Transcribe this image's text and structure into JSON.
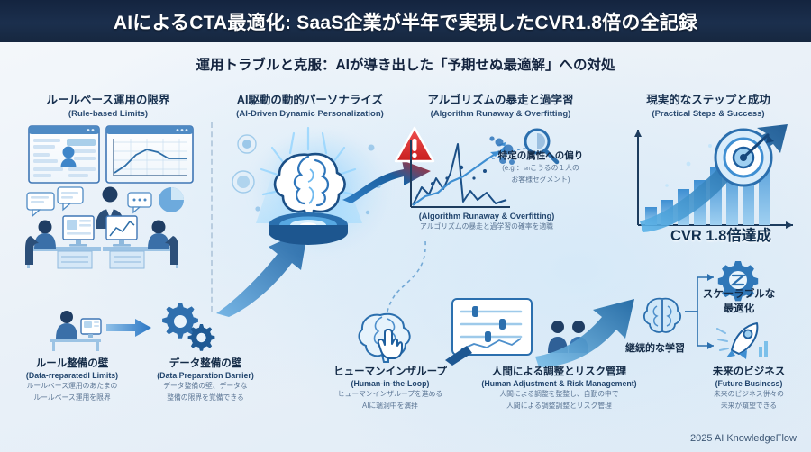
{
  "header": {
    "title": "AIによるCTA最適化: SaaS企業が半年で実現したCVR1.8倍の全記録"
  },
  "subtitle": "運用トラブルと克服：AIが導き出した「予期せぬ最適解」への対処",
  "columns": [
    {
      "id": "rule-based-limits",
      "jp": "ルールベース運用の限界",
      "en": "(Rule-based Limits)"
    },
    {
      "id": "ai-personalization",
      "jp": "AI駆動の動的パーソナライズ",
      "en": "(AI-Driven Dynamic Personalization)"
    },
    {
      "id": "algorithm-runaway",
      "jp": "アルゴリズムの暴走と過学習",
      "en": "(Algorithm Runaway & Overfitting)"
    },
    {
      "id": "practical-steps",
      "jp": "現実的なステップと成功",
      "en": "(Practical Steps & Success)"
    }
  ],
  "captions": {
    "rule_wall": {
      "jp": "ルール整備の壁",
      "en": "(Data-rreparatedl Limits)",
      "sub1": "ルールベース運用のあたまの",
      "sub2": "ルールベース運用を限界"
    },
    "data_wall": {
      "jp": "データ整備の壁",
      "en": "(Data Preparation Barrier)",
      "sub1": "データ整備の壁、データな",
      "sub2": "整備の限界を覚備できる"
    },
    "human_in_loop": {
      "jp": "ヒューマンインザループ",
      "en": "(Human-in-the-Loop)",
      "sub1": "ヒューマンインザループを進める",
      "sub2": "AIに端洞中を演拝"
    },
    "human_adjustment": {
      "jp": "人間による調整とリスク管理",
      "en": "(Human Adjustment & Risk Management)",
      "sub1": "人間による調整を整整し、自勤の中で",
      "sub2": "人間による調整調整とリスク管理"
    },
    "future_business": {
      "jp": "未来のビジネス",
      "en": "(Future Business)",
      "sub1": "未来のビジネス併々の",
      "sub2": "未来が窺望できる"
    }
  },
  "annotations": {
    "algorithm_note": {
      "en": "(Algorithm Runaway & Overfitting)",
      "jp": "アルゴリズムの暴走と過学習の確率を適職"
    },
    "bias_note": {
      "jp": "特定の属性への偏り",
      "sub1": "(e.g.：னこうるの１人の",
      "sub2": "お客様セグメント)"
    },
    "cvr_result": "CVR 1.8倍達成",
    "continuous_learning": "継続的な学習",
    "scalable_opt_line1": "スケーラブルな",
    "scalable_opt_line2": "最適化"
  },
  "footer": "2025 AI KnowledgeFlow",
  "colors": {
    "header_bg": "#16273f",
    "accent_blue": "#2b7fd0",
    "deep_blue": "#1b4a7e",
    "light_blue": "#9fcdee",
    "alert_red": "#e03131",
    "page_bg": "#eef2f7"
  },
  "icons": {
    "warning": "warning-triangle-icon",
    "brain": "brain-hologram-icon",
    "magnifier": "magnifier-icon",
    "gear": "gear-icon",
    "rocket": "rocket-icon",
    "target": "target-icon",
    "hand": "hand-pointer-icon",
    "sliders": "sliders-panel-icon",
    "office": "office-dashboard-icon",
    "desk_worker": "desk-worker-icon"
  }
}
